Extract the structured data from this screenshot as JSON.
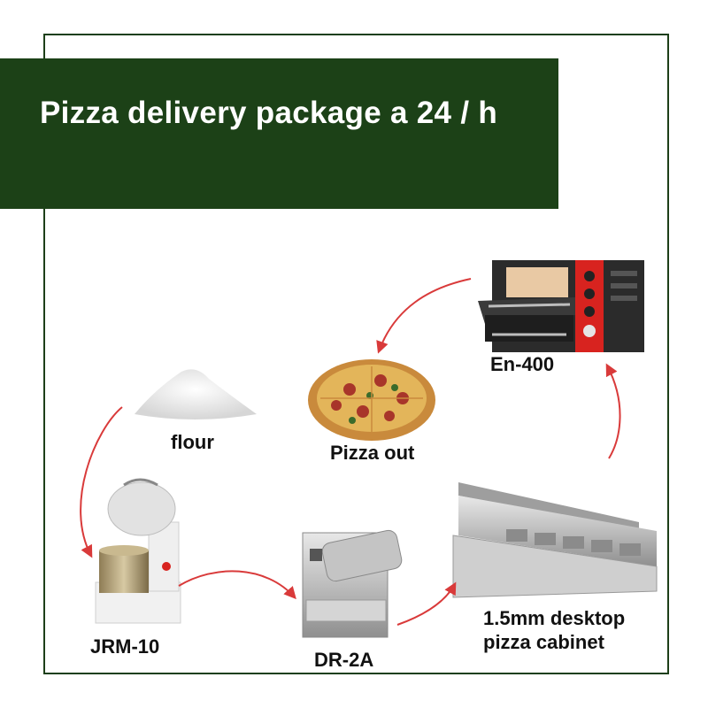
{
  "title": "Pizza delivery package a 24 / h",
  "colors": {
    "banner": "#1c4117",
    "frame": "#1d3f18",
    "arrow": "#d93a3a"
  },
  "nodes": {
    "oven": {
      "label": "En-400"
    },
    "pizza": {
      "label": "Pizza out"
    },
    "flour": {
      "label": "flour"
    },
    "mixer": {
      "label": "JRM-10"
    },
    "press": {
      "label": "DR-2A"
    },
    "cabinet": {
      "label_line1": "1.5mm desktop",
      "label_line2": "pizza cabinet"
    }
  },
  "flow": [
    "flour",
    "mixer",
    "press",
    "cabinet",
    "oven",
    "pizza"
  ]
}
